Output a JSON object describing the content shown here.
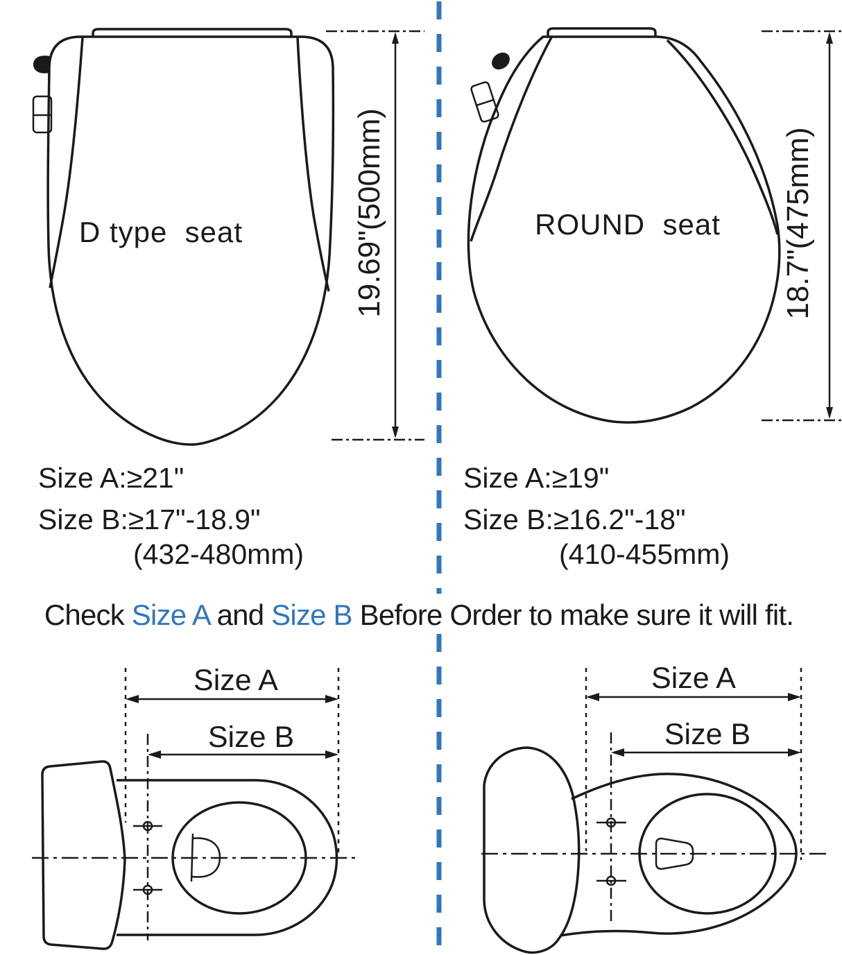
{
  "colors": {
    "blue": "#3076BC",
    "ink": "#1a1a1a"
  },
  "top_left": {
    "seat_label": "D type  seat",
    "height_dim": "19.69\"(500mm)",
    "size_a": "Size A:≥21\"",
    "size_b": "Size B:≥17\"-18.9\"",
    "size_b_mm": "(432-480mm)"
  },
  "top_right": {
    "seat_label": "ROUND  seat",
    "height_dim": "18.7\"(475mm)",
    "size_a": "Size A:≥19\"",
    "size_b": "Size B:≥16.2\"-18\"",
    "size_b_mm": "(410-455mm)"
  },
  "check_line": {
    "prefix": "Check ",
    "size_a": "Size A",
    "middle": " and ",
    "size_b": "Size B",
    "suffix": " Before Order to make sure it will fit."
  },
  "bottom_left": {
    "size_a_label": "Size A",
    "size_b_label": "Size B"
  },
  "bottom_right": {
    "size_a_label": "Size A",
    "size_b_label": "Size B"
  }
}
